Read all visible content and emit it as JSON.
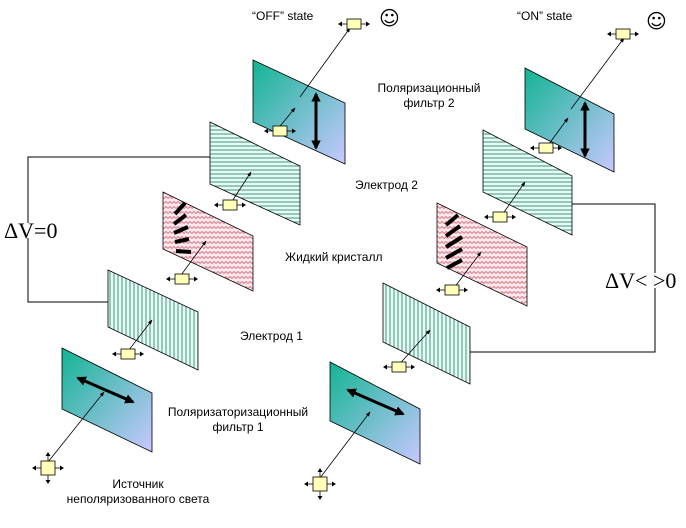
{
  "labels": {
    "off_state": "“OFF” state",
    "on_state": "“ON” state",
    "polarization_filter_2": "Поляризационный\nфильтр 2",
    "electrode_2": "Электрод 2",
    "liquid_crystal": "Жидкий кристалл",
    "electrode_1": "Электрод 1",
    "polarization_filter_1": "Поляризаторизационный\nфильтр 1",
    "source": "Источник\nнеполяризованного света",
    "voltage_zero": "ΔV=0",
    "voltage_nonzero": "ΔV< >0"
  },
  "icons": {
    "smiley_off": "☺",
    "smiley_on": "☺"
  },
  "colors": {
    "filter_gradient_start": "#12b493",
    "filter_gradient_end": "#c8c8ff",
    "electrode_hatch": "#2e8a7a",
    "electrode_fill": "#e7fbf4",
    "crystal_hatch": "#d05060",
    "crystal_fill": "#fbe8ec",
    "light_packet": "#ffffb8"
  }
}
